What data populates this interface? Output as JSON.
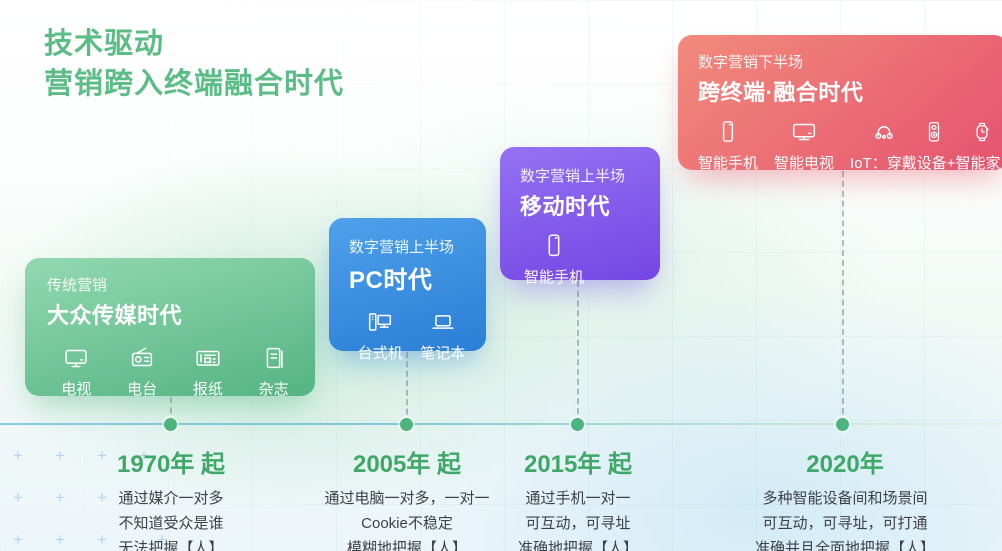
{
  "header": {
    "line1": "技术驱动",
    "line2": "营销跨入终端融合时代"
  },
  "cards": [
    {
      "id": "traditional-marketing",
      "subtitle": "传统营销",
      "title": "大众传媒时代",
      "accent": "#55b584",
      "items": [
        {
          "icon": "tv-icon",
          "label": "电视"
        },
        {
          "icon": "radio-icon",
          "label": "电台"
        },
        {
          "icon": "newspaper-icon",
          "label": "报纸"
        },
        {
          "icon": "magazine-icon",
          "label": "杂志"
        }
      ]
    },
    {
      "id": "pc-era",
      "subtitle": "数字营销上半场",
      "title": "PC时代",
      "accent": "#2e82d8",
      "items": [
        {
          "icon": "desktop-icon",
          "label": "台式机"
        },
        {
          "icon": "laptop-icon",
          "label": "笔记本"
        }
      ]
    },
    {
      "id": "mobile-era",
      "subtitle": "数字营销上半场",
      "title": "移动时代",
      "accent": "#7b4fe8",
      "items": [
        {
          "icon": "smartphone-icon",
          "label": "智能手机"
        }
      ]
    },
    {
      "id": "fusion-era",
      "subtitle": "数字营销下半场",
      "title": "跨终端·融合时代",
      "accent": "#e65a70",
      "items": [
        {
          "icon": "smartphone-icon",
          "label": "智能手机"
        },
        {
          "icon": "smart-tv-icon",
          "label": "智能电视"
        },
        {
          "icons": [
            "headphones-icon",
            "speaker-icon",
            "smartwatch-icon"
          ],
          "label": "IoT：穿戴设备+智能家居"
        }
      ]
    }
  ],
  "timeline": {
    "dot_color": "#4cb57e",
    "line_color_left": "#86c8e0",
    "line_color_right": "#cdeadd",
    "milestones": [
      {
        "year": "1970年 起",
        "lines": [
          "通过媒介一对多",
          "不知道受众是谁",
          "无法把握【人】"
        ]
      },
      {
        "year": "2005年 起",
        "lines": [
          "通过电脑一对多，一对一",
          "Cookie不稳定",
          "模糊地把握【人】"
        ]
      },
      {
        "year": "2015年 起",
        "lines": [
          "通过手机一对一",
          "可互动，可寻址",
          "准确地把握【人】"
        ]
      },
      {
        "year": "2020年",
        "lines": [
          "多种智能设备间和场景间",
          "可互动，可寻址，可打通",
          "准确并且全面地把握【人】"
        ]
      }
    ]
  },
  "colors": {
    "title_green": "#5bbd85",
    "year_green": "#3fa768",
    "card_green": "#55b584",
    "card_blue": "#2e82d8",
    "card_purple": "#7b4fe8",
    "card_red": "#e65a70",
    "body_text": "#3e4247"
  }
}
